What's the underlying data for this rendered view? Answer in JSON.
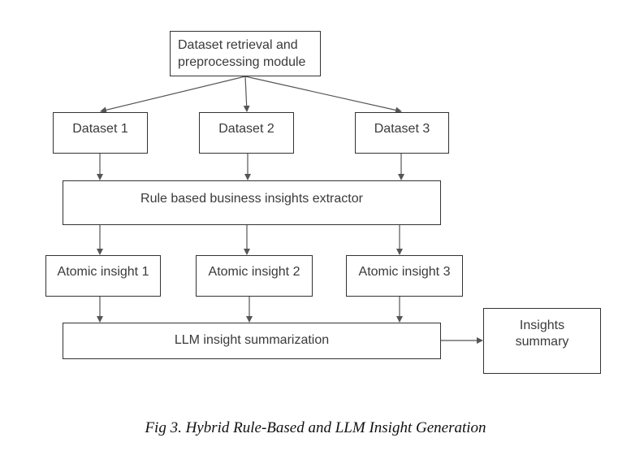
{
  "diagram": {
    "nodes": {
      "retrieval": [
        "Dataset retrieval and",
        "preprocessing module"
      ],
      "dataset_1": "Dataset 1",
      "dataset_2": "Dataset 2",
      "dataset_3": "Dataset 3",
      "extractor": "Rule based business insights extractor",
      "atomic_1": "Atomic insight 1",
      "atomic_2": "Atomic insight 2",
      "atomic_3": "Atomic insight 3",
      "summarization": "LLM insight summarization",
      "insights_summary": [
        "Insights",
        "summary"
      ]
    },
    "edges": [
      {
        "from": "retrieval",
        "to": "dataset_1"
      },
      {
        "from": "retrieval",
        "to": "dataset_2"
      },
      {
        "from": "retrieval",
        "to": "dataset_3"
      },
      {
        "from": "dataset_1",
        "to": "extractor"
      },
      {
        "from": "dataset_2",
        "to": "extractor"
      },
      {
        "from": "dataset_3",
        "to": "extractor"
      },
      {
        "from": "extractor",
        "to": "atomic_1"
      },
      {
        "from": "extractor",
        "to": "atomic_2"
      },
      {
        "from": "extractor",
        "to": "atomic_3"
      },
      {
        "from": "atomic_1",
        "to": "summarization"
      },
      {
        "from": "atomic_2",
        "to": "summarization"
      },
      {
        "from": "atomic_3",
        "to": "summarization"
      },
      {
        "from": "summarization",
        "to": "insights_summary"
      }
    ],
    "colors": {
      "line": "#555555",
      "border": "#333333",
      "text": "#3a3a3a"
    }
  },
  "caption": "Fig 3. Hybrid Rule-Based and LLM Insight Generation"
}
